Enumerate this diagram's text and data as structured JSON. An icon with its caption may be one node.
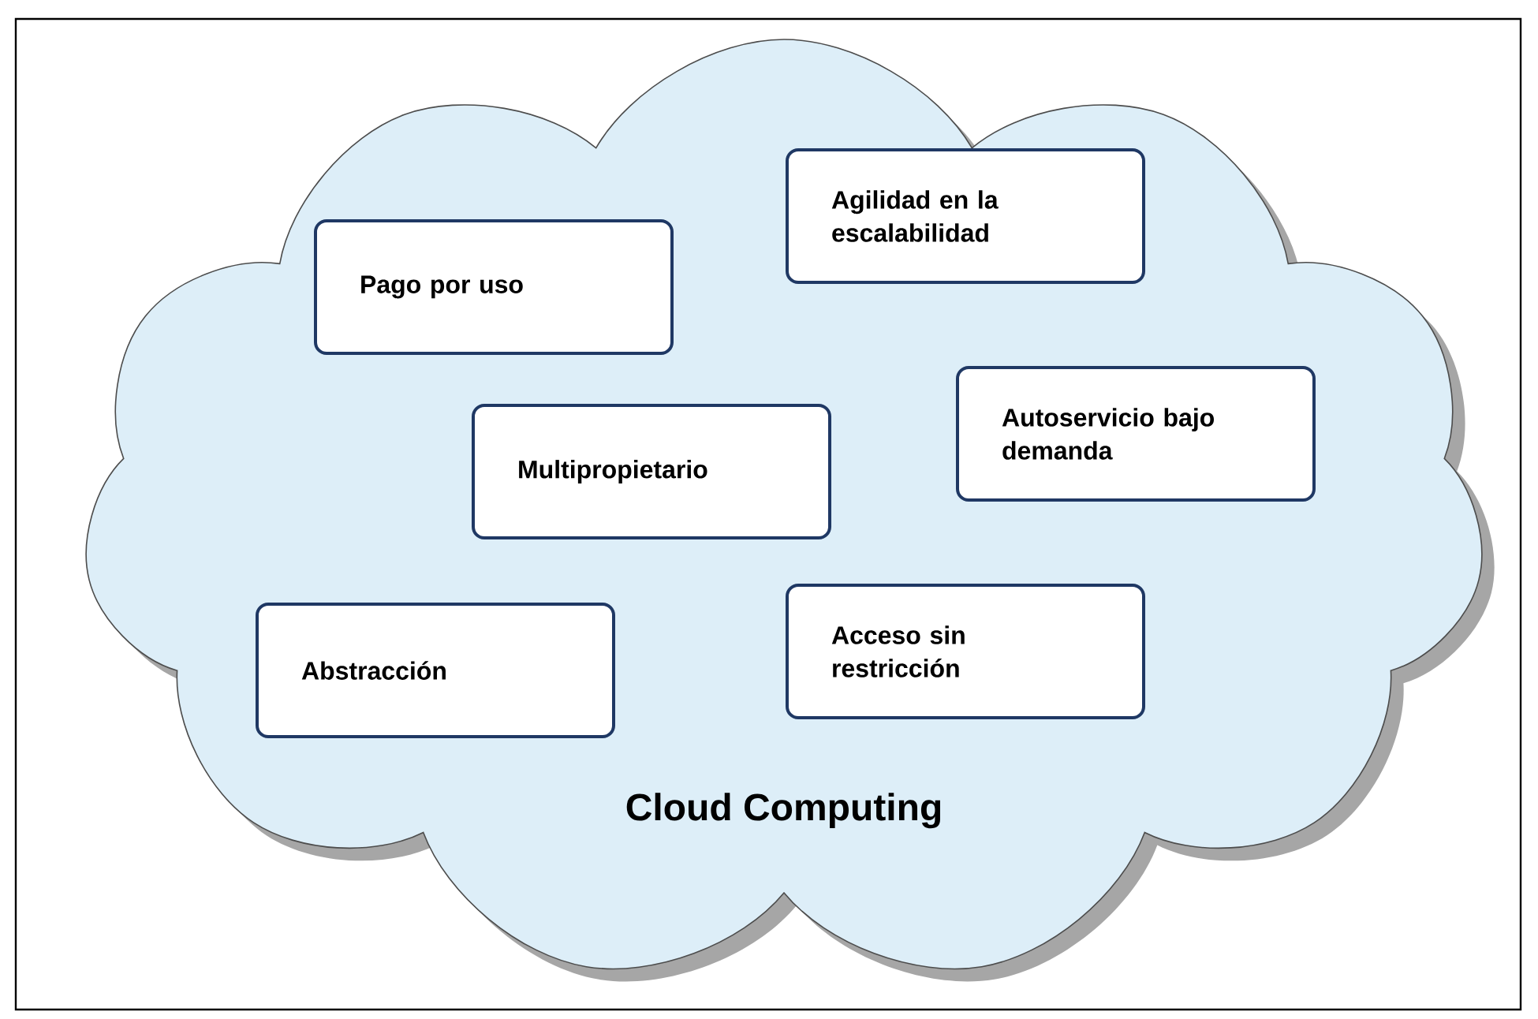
{
  "diagram": {
    "nodes": [
      {
        "text": [
          "Cloud Computing"
        ]
      },
      {
        "text": [
          "Pago por uso"
        ],
        "in": 0
      },
      {
        "text": [
          "Agilidad en la escalabilidad"
        ],
        "in": 0
      },
      {
        "text": [
          "Multipropietario"
        ],
        "in": 0
      },
      {
        "text": [
          "Autoservicio bajo demanda"
        ],
        "in": 0
      },
      {
        "text": [
          "Abstracción"
        ],
        "in": 0
      },
      {
        "text": [
          "Acceso sin restricción"
        ],
        "in": 0
      }
    ]
  }
}
